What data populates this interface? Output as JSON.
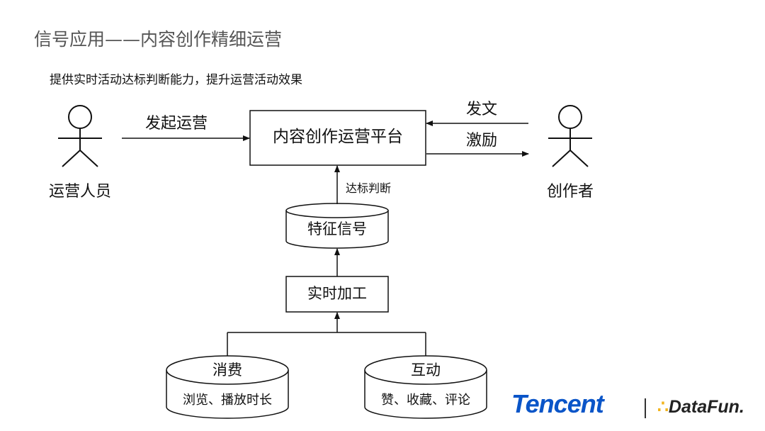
{
  "title": "信号应用——内容创作精细运营",
  "subtitle": "提供实时活动达标判断能力，提升运营活动效果",
  "actors": {
    "operator": "运营人员",
    "creator": "创作者"
  },
  "nodes": {
    "platform": "内容创作运营平台",
    "feature_signal": "特征信号",
    "realtime_processing": "实时加工",
    "consumption": {
      "title": "消费",
      "detail": "浏览、播放时长"
    },
    "interaction": {
      "title": "互动",
      "detail": "赞、收藏、评论"
    }
  },
  "edges": {
    "initiate_operation": "发起运营",
    "post": "发文",
    "incentive": "激励",
    "threshold_judgment": "达标判断"
  },
  "logos": {
    "tencent": "Tencent",
    "datafun_mark": "∴",
    "datafun_text": "DataFun."
  },
  "colors": {
    "tencent_blue": "#0a55c8",
    "datafun_yellow": "#f2b51f",
    "title_gray": "#555555"
  }
}
